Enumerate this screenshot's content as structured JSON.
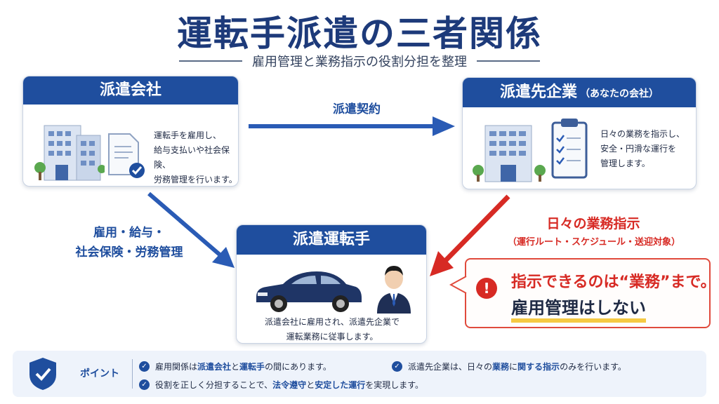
{
  "title": "運転手派遣の三者関係",
  "subtitle": "雇用管理と業務指示の役割分担を整理",
  "haken_company": {
    "heading": "派遣会社",
    "lines": [
      "運転手を雇用し、",
      "給与支払いや社会保険、",
      "労務管理を行います。"
    ]
  },
  "client_company": {
    "heading": "派遣先企業",
    "heading_note": "（あなたの会社）",
    "lines": [
      "日々の業務を指示し、",
      "安全・円滑な運行を",
      "管理します。"
    ]
  },
  "driver": {
    "heading": "派遣運転手",
    "lines": [
      "派遣会社に雇用され、派遣先企業で",
      "運転業務に従事します。"
    ]
  },
  "contract_label": "派遣契約",
  "employment_label": [
    "雇用・給与・",
    "社会保険・労務管理"
  ],
  "instruction_label": "日々の業務指示",
  "instruction_sub": "（運行ルート・スケジュール・送迎対象）",
  "callout": {
    "mark": "!",
    "line1": "指示できるのは“業務”まで。",
    "line2": "雇用管理はしない"
  },
  "points": {
    "label": "ポイント",
    "item1": {
      "a": "雇用関係は",
      "b": "派遣会社",
      "c": "と",
      "d": "運転手",
      "e": "の間にあります。"
    },
    "item2": {
      "a": "派遣先企業は、日々の",
      "b": "業務",
      "c": "に",
      "d": "関する指示",
      "e": "のみを行います。"
    },
    "item3": {
      "a": "役割を正しく分担することで、",
      "b": "法令遵守",
      "c": "と",
      "d": "安定した運行",
      "e": "を実現します。"
    }
  },
  "colors": {
    "primary": "#1f4e9e",
    "accent_red": "#d72a24",
    "highlight_yellow": "#f5c943",
    "point_bg": "#eef3fb"
  }
}
